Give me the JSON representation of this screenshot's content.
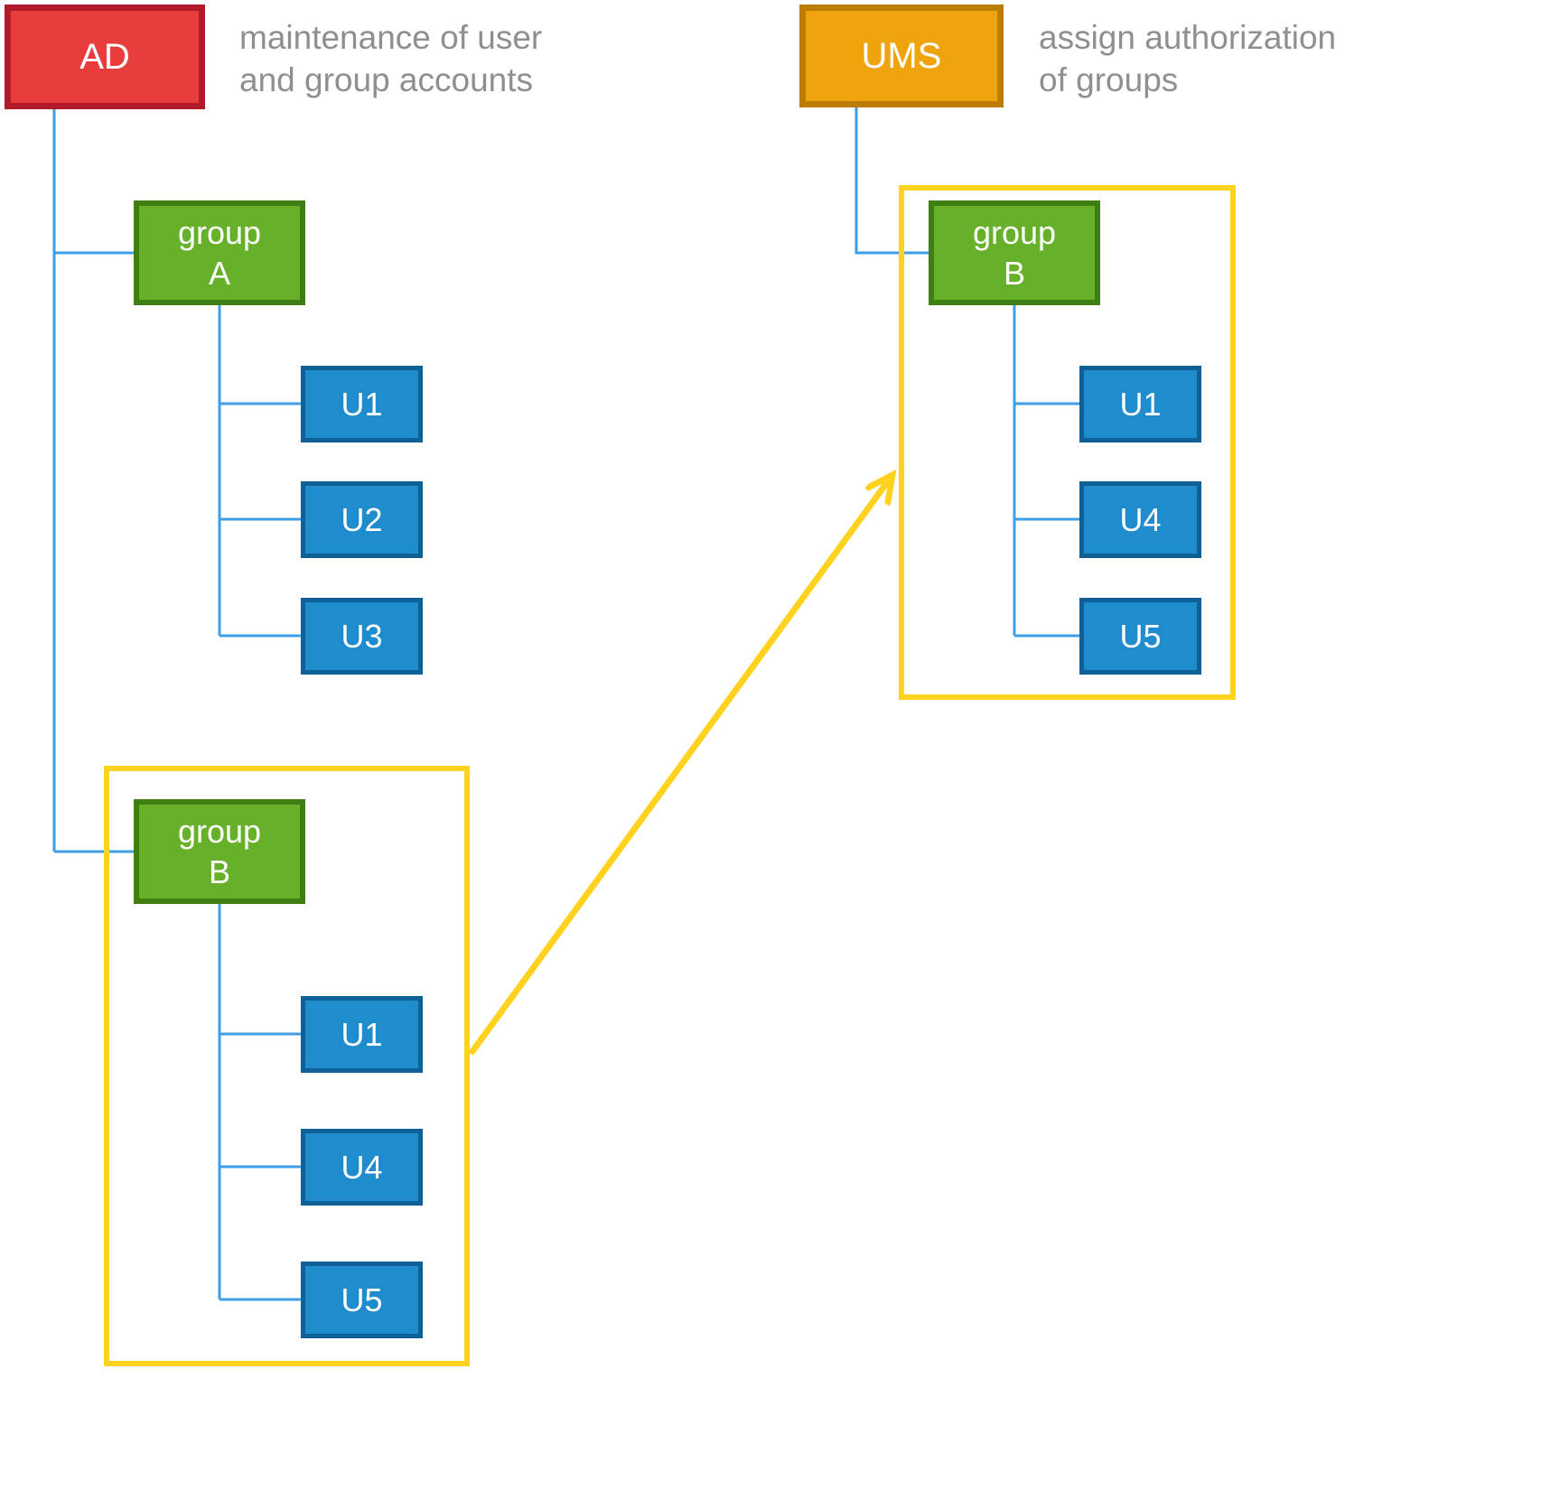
{
  "diagram": {
    "ad": {
      "label": "AD",
      "caption": "maintenance of user\nand group accounts"
    },
    "ums": {
      "label": "UMS",
      "caption": "assign authorization\nof groups"
    },
    "ad_tree": {
      "group_a": {
        "label": "group\nA",
        "users": [
          "U1",
          "U2",
          "U3"
        ]
      },
      "group_b": {
        "label": "group\nB",
        "users": [
          "U1",
          "U4",
          "U5"
        ]
      }
    },
    "ums_tree": {
      "group_b": {
        "label": "group\nB",
        "users": [
          "U1",
          "U4",
          "U5"
        ]
      }
    },
    "colors": {
      "ad_fill": "#e93c3c",
      "ad_border": "#b11a28",
      "ums_fill": "#efa30d",
      "ums_border": "#bd7d05",
      "group_fill": "#66b02a",
      "group_border": "#3e7e12",
      "user_fill": "#1e8ccd",
      "user_border": "#0e6097",
      "connector": "#3e9ee8",
      "highlight": "#ffd21f",
      "caption_text": "#8f8f8f"
    }
  }
}
